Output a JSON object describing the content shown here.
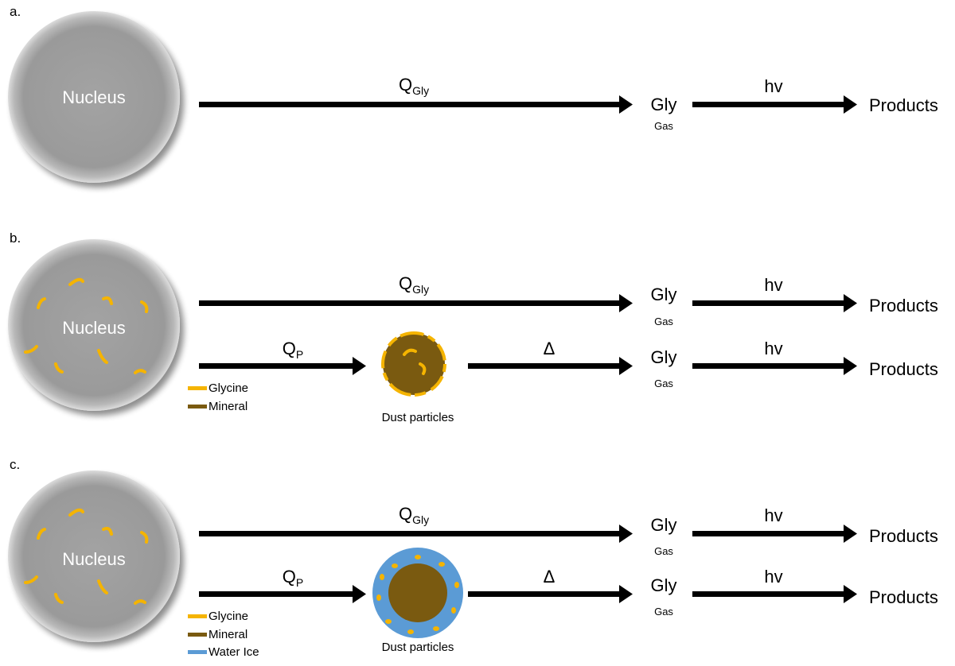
{
  "colors": {
    "glycine": "#f5b400",
    "mineral": "#7a5a10",
    "water_ice": "#5b9bd5",
    "nucleus": "#9a9a9a",
    "arrow": "#000000"
  },
  "panel_a": {
    "label": "a.",
    "nucleus": "Nucleus",
    "flux": "Q",
    "flux_sub": "Gly",
    "species": "Gly",
    "phase": "Gas",
    "photo": "hv",
    "products": "Products"
  },
  "panel_b": {
    "label": "b.",
    "nucleus": "Nucleus",
    "upper": {
      "flux": "Q",
      "flux_sub": "Gly",
      "species": "Gly",
      "phase": "Gas",
      "photo": "hv",
      "products": "Products"
    },
    "lower": {
      "flux": "Q",
      "flux_sub": "P",
      "heat": "Δ",
      "species": "Gly",
      "phase": "Gas",
      "photo": "hv",
      "products": "Products"
    },
    "particle_caption": "Dust particles",
    "legend": [
      "Glycine",
      "Mineral"
    ]
  },
  "panel_c": {
    "label": "c.",
    "nucleus": "Nucleus",
    "upper": {
      "flux": "Q",
      "flux_sub": "Gly",
      "species": "Gly",
      "phase": "Gas",
      "photo": "hv",
      "products": "Products"
    },
    "lower": {
      "flux": "Q",
      "flux_sub": "P",
      "heat": "Δ",
      "species": "Gly",
      "phase": "Gas",
      "photo": "hv",
      "products": "Products"
    },
    "particle_caption": "Dust particles",
    "legend": [
      "Glycine",
      "Mineral",
      "Water Ice"
    ]
  }
}
